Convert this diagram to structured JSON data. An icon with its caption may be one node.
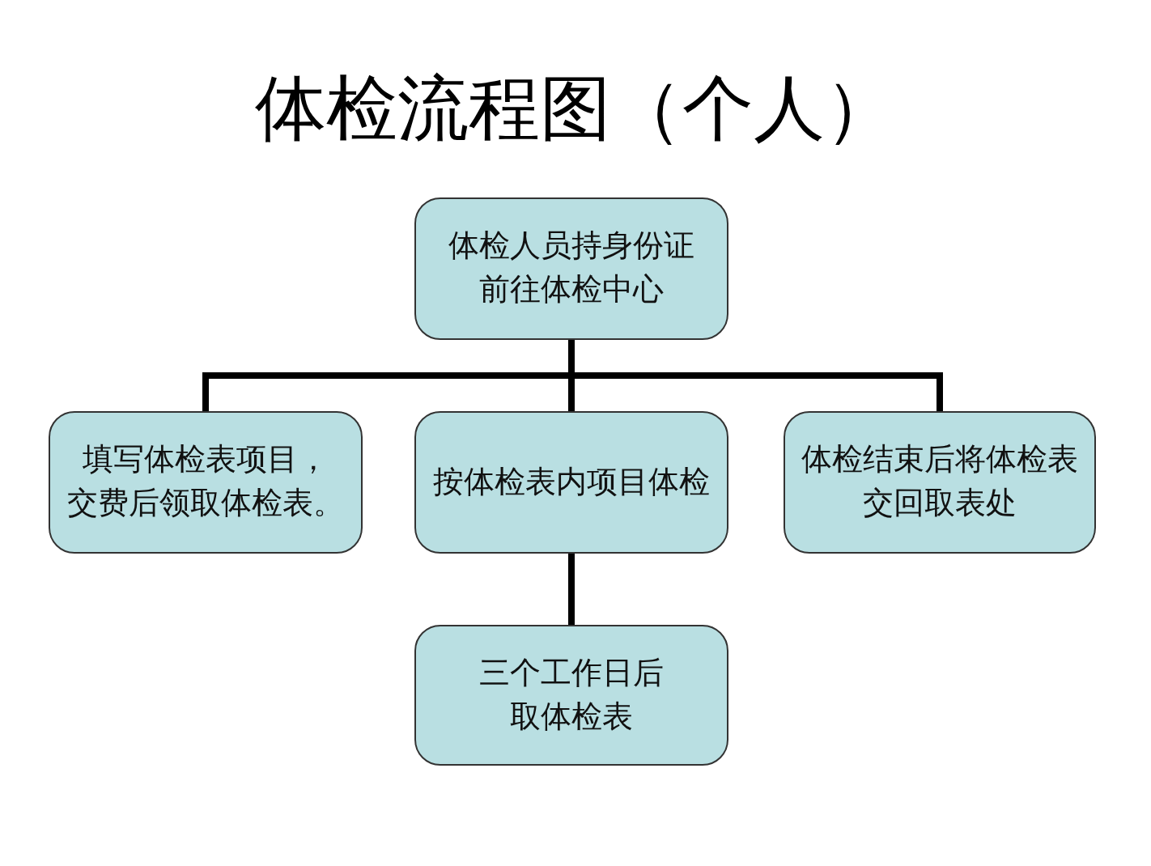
{
  "diagram": {
    "title": "体检流程图（个人）",
    "nodes": [
      {
        "text": [
          "体检人员持身份证前往体检中心"
        ]
      },
      {
        "text": [
          "填写体检表项目，交费后领取体检表。"
        ]
      },
      {
        "text": [
          "按体检表内项目体检"
        ]
      },
      {
        "text": [
          "体检结束后将体检表交回取表处"
        ]
      },
      {
        "text": [
          "三个工作日后取体检表"
        ]
      }
    ],
    "edges": [
      {
        "from": 0,
        "to": 1,
        "arrow": "none"
      },
      {
        "from": 0,
        "to": 2,
        "arrow": "none"
      },
      {
        "from": 0,
        "to": 3,
        "arrow": "none"
      },
      {
        "from": 2,
        "to": 4,
        "arrow": "none"
      }
    ]
  }
}
